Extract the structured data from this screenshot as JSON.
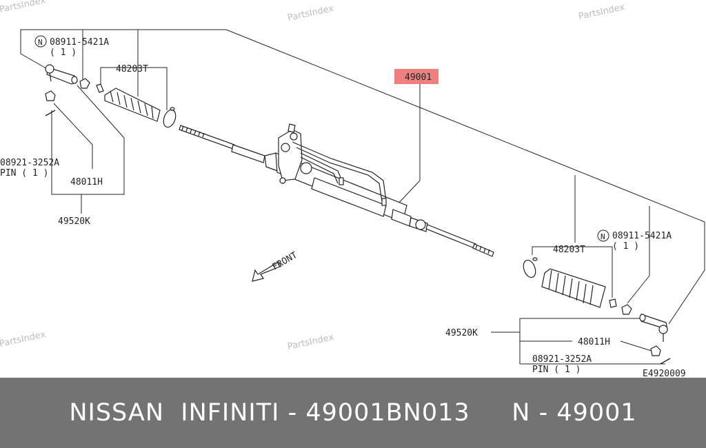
{
  "watermark": "PartsIndex",
  "labels": {
    "nut_left_code": "08911-5421A",
    "nut_left_qty": "( 1 )",
    "boot_left": "48203T",
    "pin_left_code": "08921-3252A",
    "pin_left_qty": "PIN ( 1 )",
    "socket_left": "48011H",
    "tie_rod_end_left": "49520K",
    "main_part": "49001",
    "front": "FRONT",
    "boot_right": "48203T",
    "nut_right_code": "08911-5421A",
    "nut_right_qty": "( 1 )",
    "tie_rod_end_right": "49520K",
    "socket_right": "48011H",
    "pin_right_code": "08921-3252A",
    "pin_right_qty": "PIN ( 1 )",
    "diagram_code": "E4920009",
    "n_mark": "N"
  },
  "footer": {
    "text": "NISSAN  INFINITI - 49001BN013     N - 49001"
  },
  "colors": {
    "highlight": "#f08080",
    "footer_bg": "#737373"
  }
}
